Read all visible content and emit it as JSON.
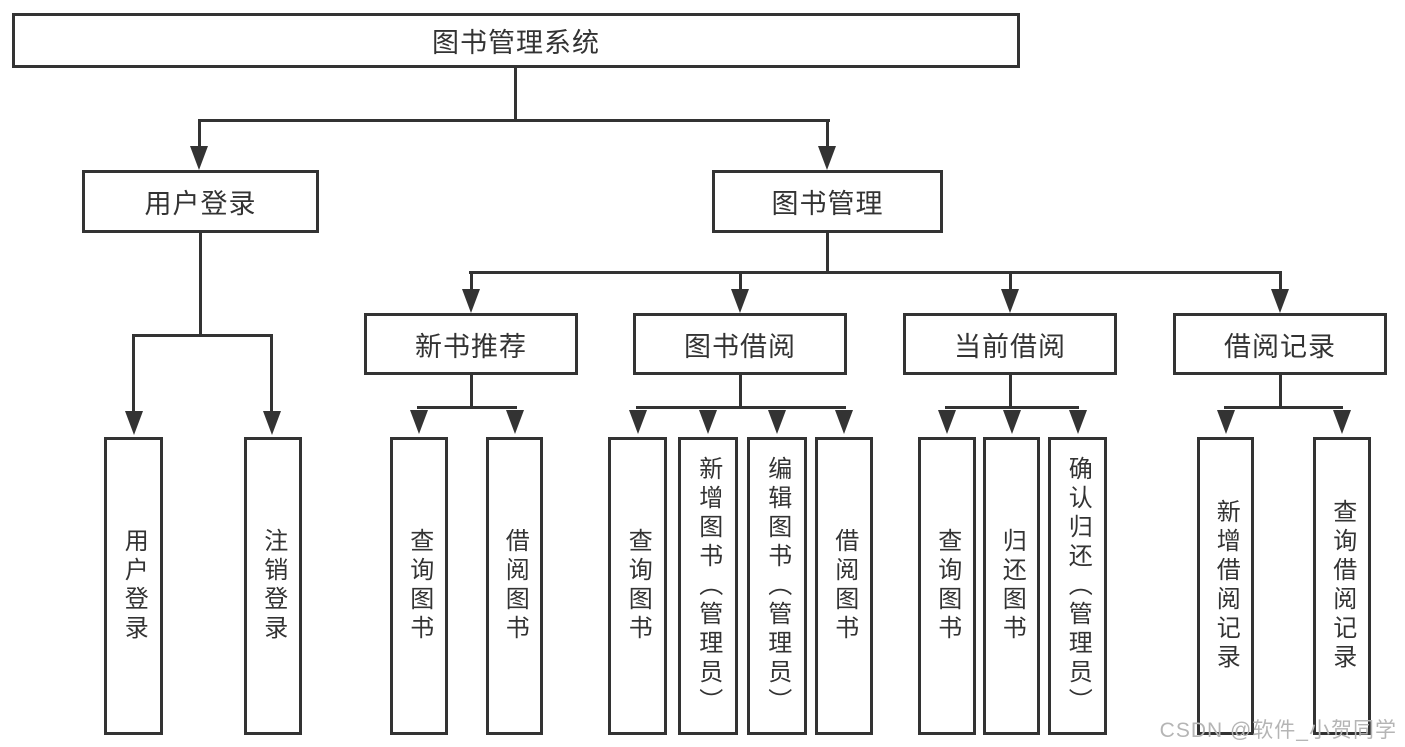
{
  "tree": {
    "root_label": "图书管理系统",
    "branches": [
      "用户登录",
      "图书管理"
    ],
    "modules": [
      "新书推荐",
      "图书借阅",
      "当前借阅",
      "借阅记录"
    ],
    "leaves": {
      "user_login": [
        "用户登录",
        "注销登录"
      ],
      "new_book_recommend": [
        "查询图书",
        "借阅图书"
      ],
      "book_borrow": [
        "查询图书",
        "新增图书（管理员）",
        "编辑图书（管理员）",
        "借阅图书"
      ],
      "current_borrow": [
        "查询图书",
        "归还图书",
        "确认归还（管理员）"
      ],
      "borrow_record": [
        "新增借阅记录",
        "查询借阅记录"
      ]
    }
  },
  "watermark": {
    "text": "CSDN @软件_小贺同学",
    "color": "#b5b5b5"
  },
  "colors": {
    "line": "#333333",
    "text": "#333333",
    "background": "#ffffff"
  }
}
